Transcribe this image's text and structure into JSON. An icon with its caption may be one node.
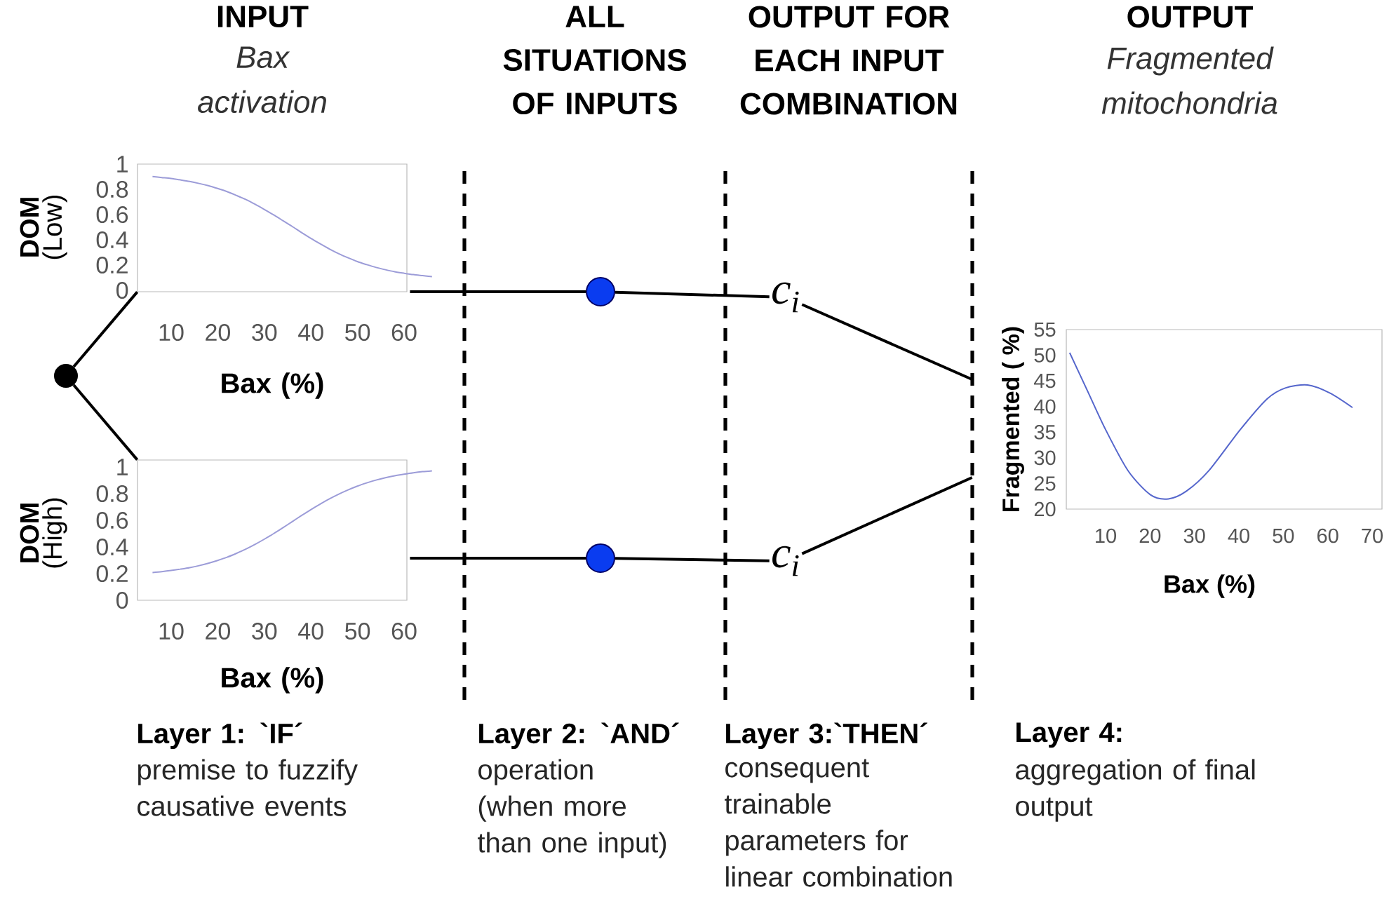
{
  "diagram": {
    "nodes": [
      {
        "text": [
          "DOM",
          "(Low)",
          "1",
          "0.8",
          "0.6",
          "0.4",
          "0.2",
          "0",
          "10",
          "20",
          "30",
          "40",
          "50",
          "60"
        ]
      },
      {
        "text": [
          "DOM",
          "(High)",
          "1",
          "0.8",
          "0.6",
          "0.4",
          "0.2",
          "0",
          "10",
          "20",
          "30",
          "40",
          "50",
          "60"
        ]
      },
      {
        "text": [],
        "shape": "circle"
      },
      {
        "text": [],
        "shape": "circle"
      },
      {
        "text": [],
        "shape": "circle"
      },
      {
        "text": [
          "c$_{i}$"
        ]
      },
      {
        "text": [
          "c$_{i}$"
        ]
      },
      {
        "text": [
          "Fragmented ( %)",
          "Bax (%)",
          "55",
          "50",
          "45",
          "40",
          "35",
          "30",
          "25",
          "20",
          "10",
          "20",
          "30",
          "40",
          "50",
          "60",
          "70"
        ]
      }
    ],
    "edges": [
      {
        "from": 2,
        "to": 0,
        "arrow": "none"
      },
      {
        "from": 2,
        "to": 1,
        "arrow": "none"
      },
      {
        "from": 0,
        "to": 3,
        "arrow": "none"
      },
      {
        "from": 3,
        "to": 5,
        "arrow": "none"
      },
      {
        "from": 1,
        "to": 4,
        "arrow": "none"
      },
      {
        "from": 4,
        "to": 6,
        "arrow": "none"
      },
      {
        "from": 5,
        "to": 7,
        "arrow": "none"
      },
      {
        "from": 6,
        "to": 7,
        "arrow": "none"
      }
    ],
    "labels": [
      "INPUT",
      "Bax activation",
      "ALL SITUATIONS OF INPUTS",
      "OUTPUT FOR EACH INPUT COMBINATION",
      "OUTPUT",
      "Fragmented mitochondria",
      "Bax (%)",
      "Bax (%)",
      "Layer 1: `IF´",
      "premise to fuzzify causative events",
      "Layer 2: `AND´",
      "operation (when more than one input)",
      "Layer 3:`THEN´",
      "consequent trainable parameters for linear combination",
      "Layer 4:",
      "aggregation of final output"
    ]
  }
}
